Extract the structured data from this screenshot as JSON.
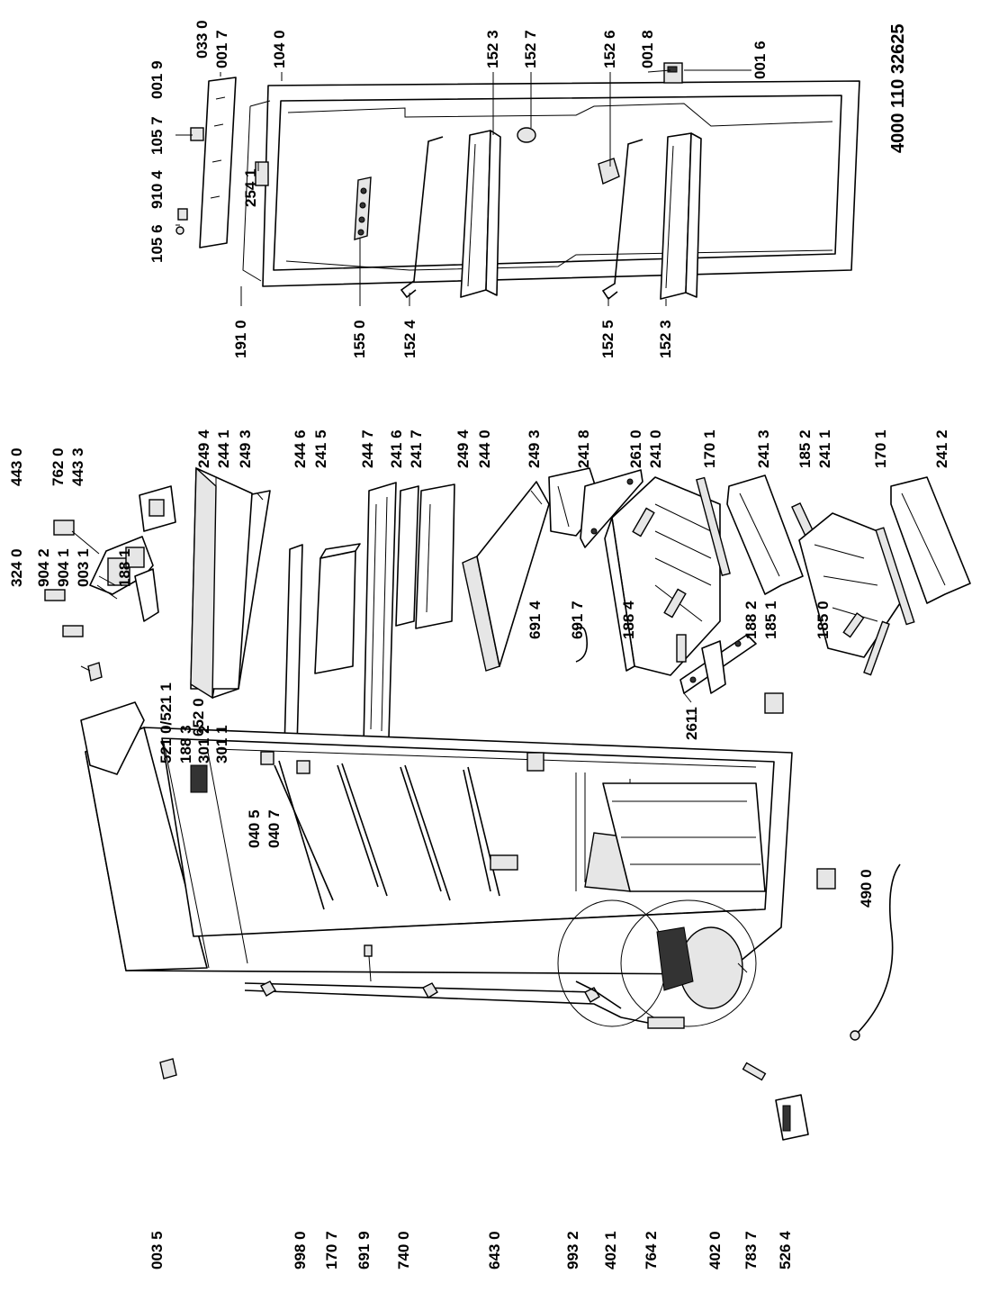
{
  "document_code": "4000 110 32625",
  "part_labels": {
    "p191_0": "191 0",
    "p155_0": "155 0",
    "p152_4": "152 4",
    "p152_5": "152 5",
    "p152_3b": "152 3",
    "p105_6": "105 6",
    "p910_4": "910 4",
    "p105_7": "105 7",
    "p001_9": "001 9",
    "p033_0": "033 0",
    "p001_7": "001 7",
    "p254_1": "254 1",
    "p104_0": "104 0",
    "p152_3a": "152 3",
    "p152_7": "152 7",
    "p152_6": "152 6",
    "p001_8": "001 8",
    "p001_6": "001 6",
    "p443_0": "443 0",
    "p762_0": "762 0",
    "p443_3": "443 3",
    "p521": "521 0/521 1",
    "p188_3": "188 3",
    "p301_2": "301 2",
    "p301_1": "301 1",
    "p040_5": "040 5",
    "p040_7": "040 7",
    "p249_4a": "249 4",
    "p244_1": "244 1",
    "p249_3a": "249 3",
    "p244_6": "244 6",
    "p241_5": "241 5",
    "p244_7": "244 7",
    "p241_6": "241 6",
    "p241_7": "241 7",
    "p249_4b": "249 4",
    "p244_0": "244 0",
    "p249_3b": "249 3",
    "p241_8": "241 8",
    "p261_0": "261 0",
    "p241_0": "241 0",
    "p170_1a": "170 1",
    "p241_3": "241 3",
    "p185_2": "185 2",
    "p241_1": "241 1",
    "p170_1b": "170 1",
    "p241_2": "241 2",
    "p261_1": "2611",
    "p324_0": "324 0",
    "p904_2": "904 2",
    "p904_1": "904 1",
    "p003_1": "003 1",
    "p188_1": "188 1",
    "p652_0": "652 0",
    "p691_4": "691 4",
    "p691_7": "691 7",
    "p188_4": "188 4",
    "p188_2": "188 2",
    "p185_1": "185 1",
    "p185_0": "185 0",
    "p490_0": "490 0",
    "p003_5": "003 5",
    "p998_0": "998 0",
    "p170_7": "170 7",
    "p691_9": "691 9",
    "p740_0": "740 0",
    "p643_0": "643 0",
    "p993_2": "993 2",
    "p402_1": "402 1",
    "p764_2": "764 2",
    "p402_0": "402 0",
    "p783_7": "783 7",
    "p526_4": "526 4"
  }
}
